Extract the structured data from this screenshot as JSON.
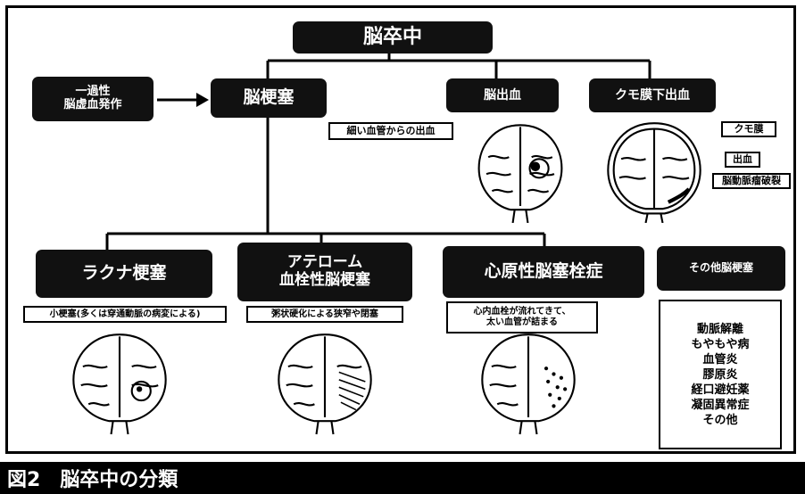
{
  "title": "脳卒中",
  "tia": {
    "line1": "一過性",
    "line2": "脳虚血発作"
  },
  "infarction": "脳梗塞",
  "hemorrhage": "脳出血",
  "subarachnoid": "クモ膜下出血",
  "hemorrhage_note": "細い血管からの出血",
  "sah_notes": {
    "arachnoid": "クモ膜",
    "bleeding": "出血",
    "aneurysm": "脳動脈瘤破裂"
  },
  "types": {
    "lacunar": {
      "title": "ラクナ梗塞",
      "note": "小梗塞(多くは穿通動脈の病変による)"
    },
    "atheroma": {
      "line1": "アテローム",
      "line2": "血栓性脳梗塞",
      "note": "粥状硬化による狭窄や閉塞"
    },
    "cardio": {
      "title": "心原性脳塞栓症",
      "note1": "心内血栓が流れてきて、",
      "note2": "太い血管が詰まる"
    },
    "other": {
      "title": "その他脳梗塞"
    }
  },
  "other_causes": [
    "動脈解離",
    "もやもや病",
    "血管炎",
    "膠原炎",
    "経口避妊薬",
    "凝固異常症",
    "その他"
  ],
  "caption": "図2　脳卒中の分類",
  "colors": {
    "box": "#111111",
    "line": "#000000",
    "caption_bg": "#000000"
  }
}
